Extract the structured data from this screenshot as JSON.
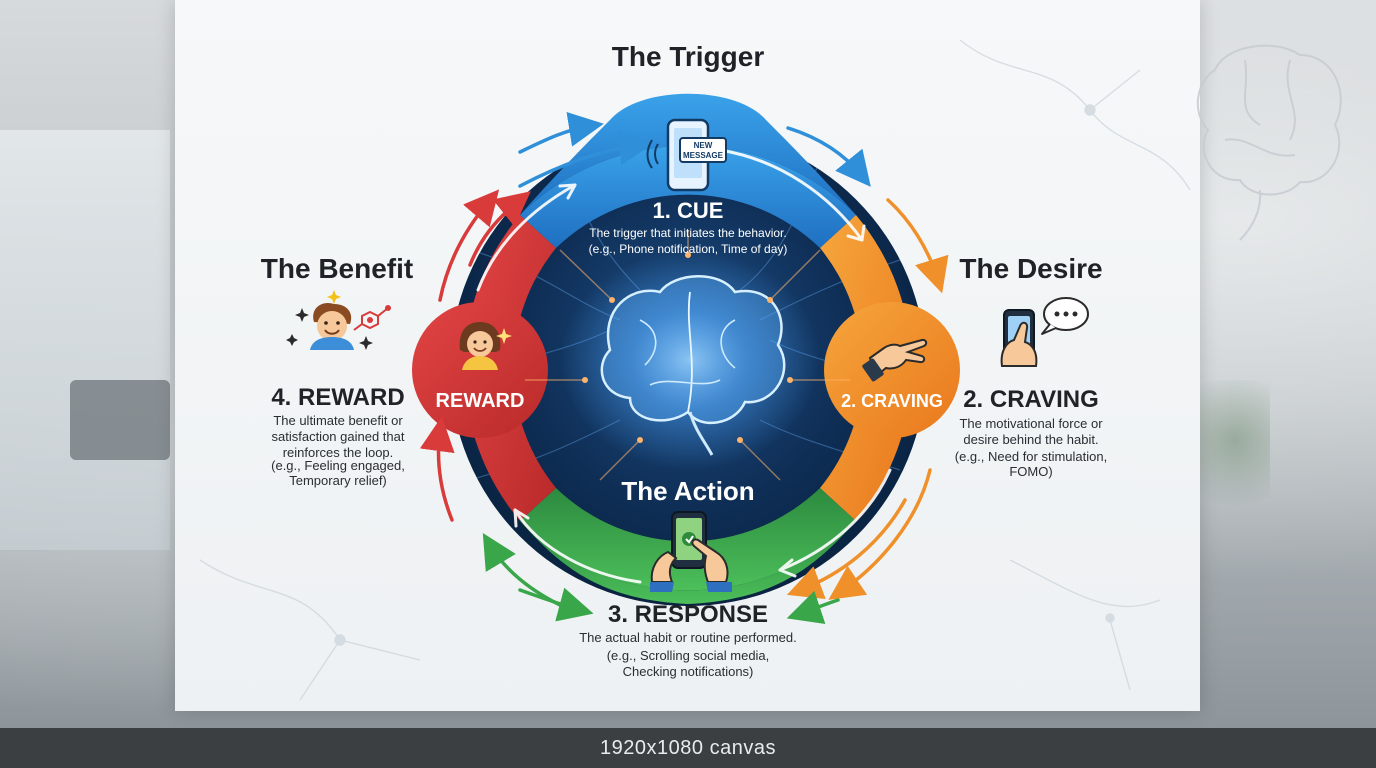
{
  "canvas_label": "1920x1080 canvas",
  "colors": {
    "cue": "#2f8fd8",
    "craving": "#f0902a",
    "response": "#3aa64a",
    "reward": "#d93a3a",
    "core": "#0c2a4a"
  },
  "stages": {
    "cue": {
      "heading": "The Trigger",
      "title": "1. CUE",
      "desc": [
        "The trigger that initiates the behavior.",
        "(e.g., Phone notification, Time of day)"
      ],
      "phone_line1": "NEW",
      "phone_line2": "MESSAGE",
      "icon": "phone-notification-icon"
    },
    "craving": {
      "heading": "The Desire",
      "title": "2. CRAVING",
      "circle_label": "2. CRAVING",
      "desc": [
        "The motivational force or",
        "desire behind the habit.",
        "(e.g., Need for stimulation,",
        "FOMO)"
      ],
      "icon": "phone-chat-icon",
      "circle_icon": "reaching-hand-icon"
    },
    "response": {
      "heading": "The Action",
      "title": "3. RESPONSE",
      "desc": [
        "The actual habit or routine performed.",
        "(e.g., Scrolling social media,",
        "Checking notifications)"
      ],
      "icon": "hands-phone-icon"
    },
    "reward": {
      "heading": "The Benefit",
      "title": "4. REWARD",
      "circle_label": "REWARD",
      "desc": [
        "The ultimate benefit or",
        "satisfaction gained that",
        "reinforces the loop.",
        "(e.g., Feeling engaged,",
        "Temporary relief)"
      ],
      "icon": "happy-person-icon",
      "circle_icon": "smiling-face-icon"
    }
  },
  "center_icon": "glowing-brain-icon",
  "corner_icon": "brain-outline-icon"
}
